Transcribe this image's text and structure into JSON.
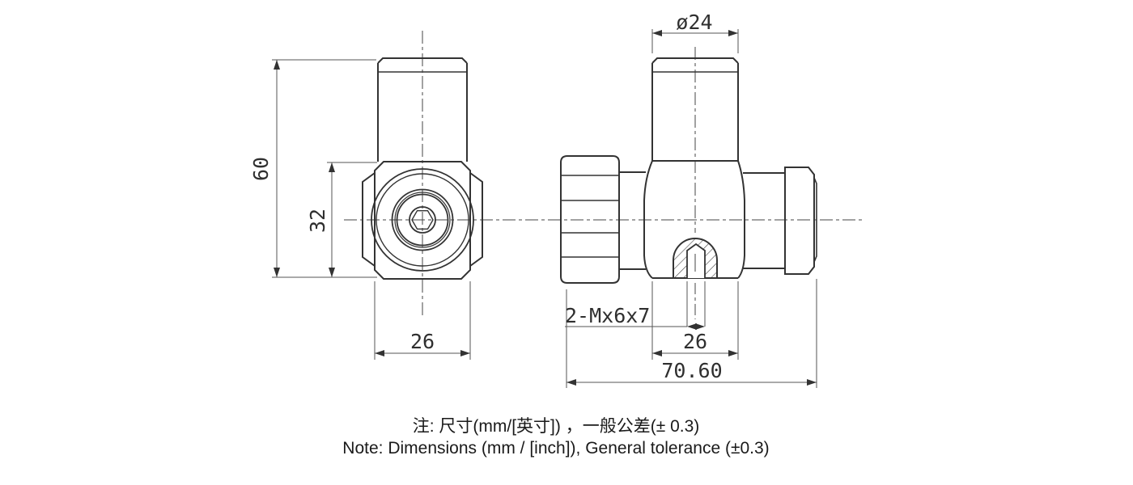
{
  "drawing": {
    "dimensions": {
      "front_total_height": "60",
      "front_body_height": "32",
      "front_body_width": "26",
      "pipe_diameter": "ø24",
      "thread_callout": "2-Mx6x7",
      "side_body_width": "26",
      "overall_length": "70.60"
    },
    "note": {
      "line1_zh": "注: 尺寸(mm/[英寸]) ，一般公差(± 0.3)",
      "line2_en": "Note: Dimensions (mm / [inch]), General tolerance (±0.3)"
    },
    "colors": {
      "object_line": "#333333",
      "thin_line": "#555555",
      "background": "#ffffff"
    }
  }
}
